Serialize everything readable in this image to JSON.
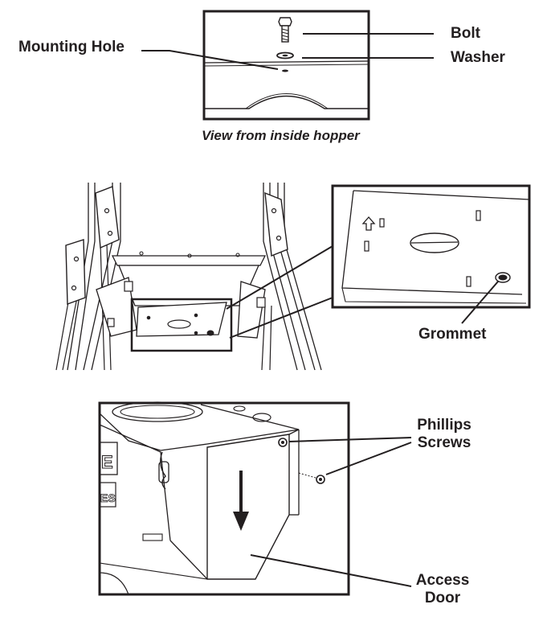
{
  "panels": {
    "hopper_mount": {
      "caption": "View from inside hopper",
      "labels": {
        "mounting_hole": "Mounting Hole",
        "bolt": "Bolt",
        "washer": "Washer"
      }
    },
    "stand": {
      "labels": {
        "grommet": "Grommet"
      }
    },
    "access": {
      "labels": {
        "phillips_line1": "Phillips",
        "phillips_line2": "Screws",
        "access_line1": "Access",
        "access_line2": "Door"
      }
    }
  },
  "colors": {
    "line": "#231f20",
    "background": "#ffffff"
  },
  "icons": [
    "bolt-icon",
    "washer-icon",
    "down-arrow-icon",
    "up-arrow-icon",
    "screw-icon",
    "grommet-icon"
  ]
}
